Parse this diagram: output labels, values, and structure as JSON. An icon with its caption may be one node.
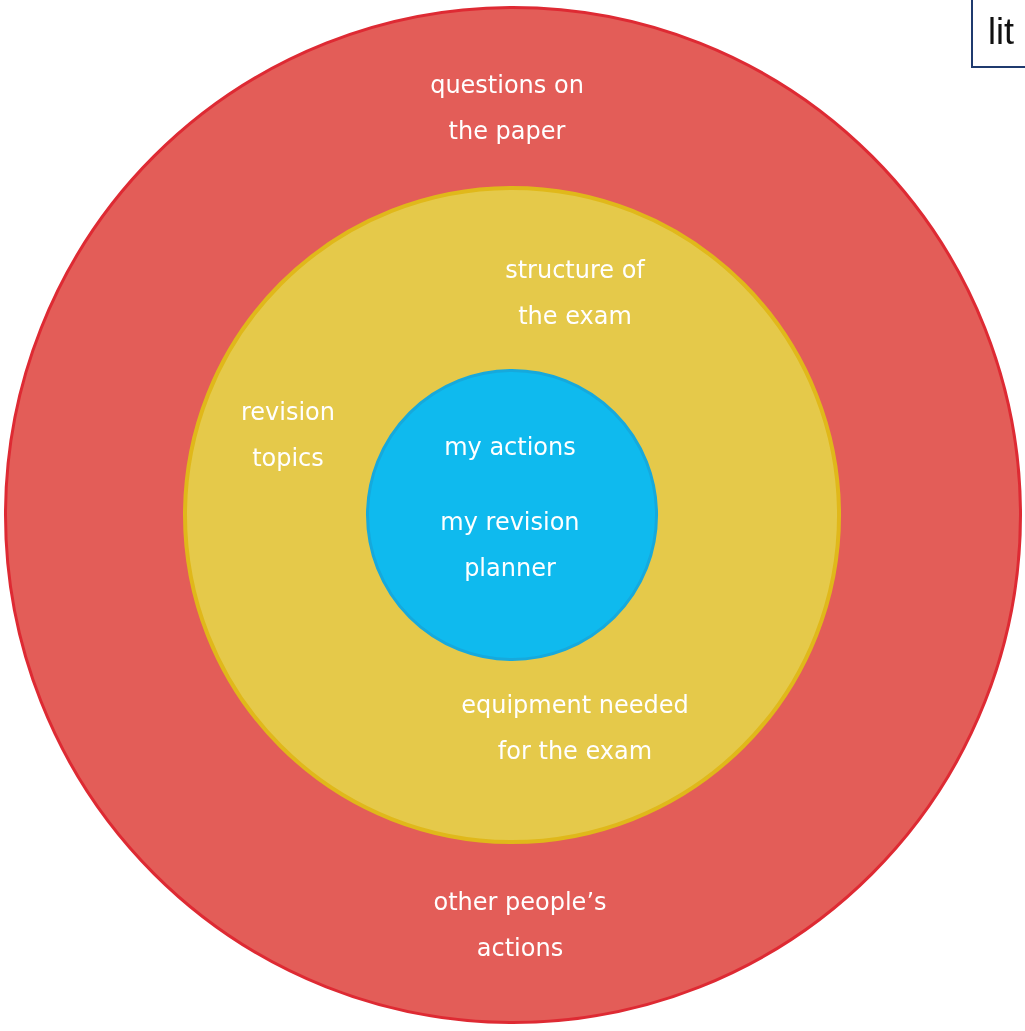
{
  "diagram": {
    "nodes": [
      {
        "text": [
          "questions on the paper",
          "other people’s actions"
        ]
      },
      {
        "text": [
          "structure of the exam",
          "revision topics",
          "equipment needed for the exam"
        ],
        "in": 0
      },
      {
        "text": [
          "my actions",
          "my revision planner"
        ],
        "in": 1
      },
      {
        "text": [
          "lit"
        ]
      }
    ]
  }
}
